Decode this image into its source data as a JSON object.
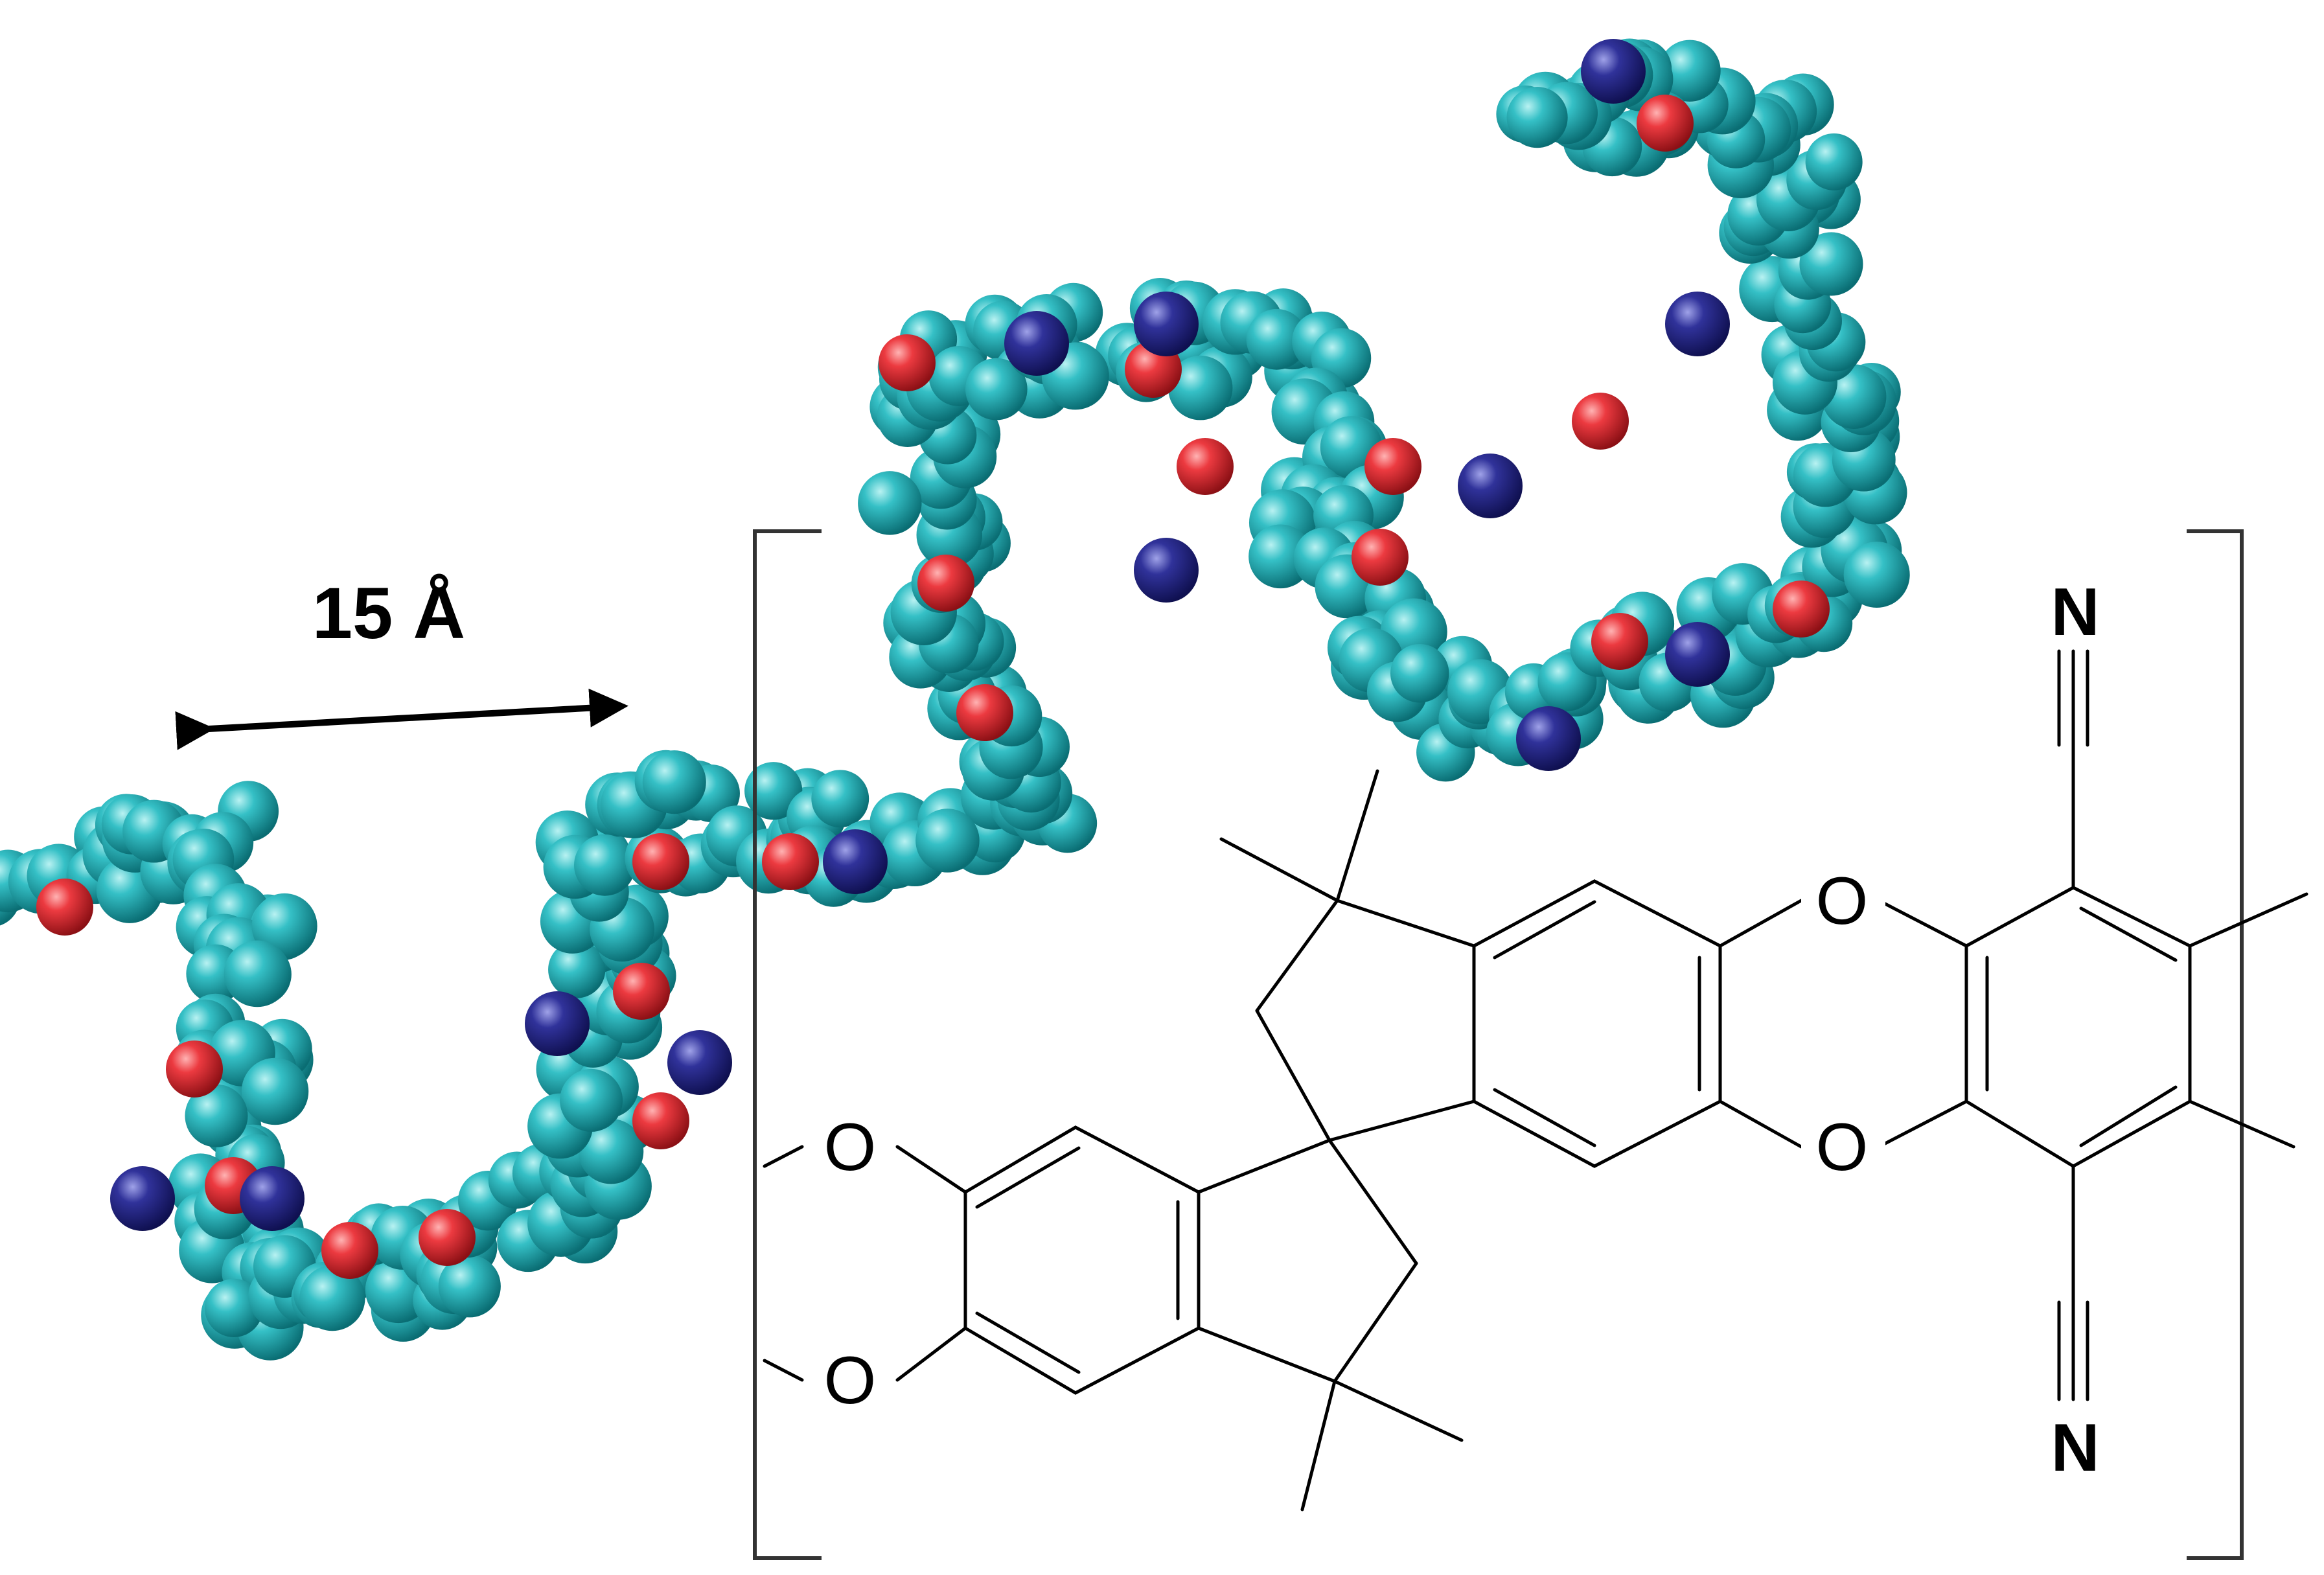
{
  "figure": {
    "dimension_label": "15 Å"
  },
  "colors": {
    "carbon": "#2fb8bf",
    "oxygen": "#e8323a",
    "nitrogen": "#2e2f8e",
    "bond": "#000000",
    "background": "#ffffff"
  },
  "structure": {
    "atoms": {
      "o_left_top": "O",
      "o_left_bottom": "O",
      "o_right_top": "O",
      "o_right_bottom": "O",
      "n_top": "N",
      "n_bottom": "N"
    }
  }
}
